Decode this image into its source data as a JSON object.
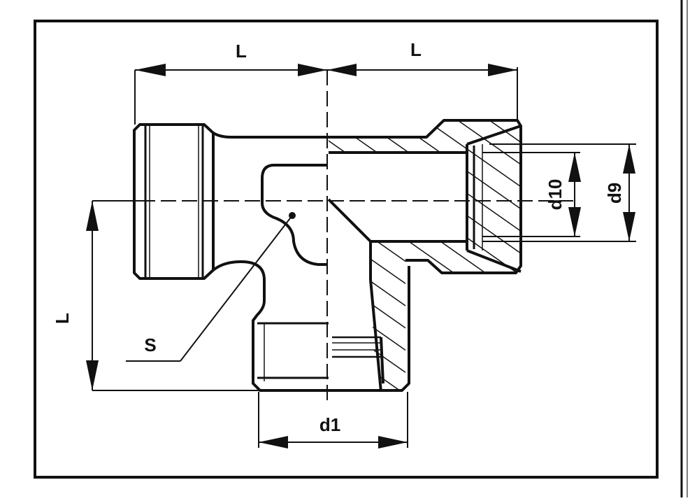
{
  "labels": {
    "length_left": "L",
    "length_right": "L",
    "length_vertical": "L",
    "diameter_d10": "d10",
    "diameter_d9": "d9",
    "diameter_d1": "d1",
    "wrench_size": "S"
  },
  "colors": {
    "ink": "#111111",
    "paper": "#ffffff"
  }
}
